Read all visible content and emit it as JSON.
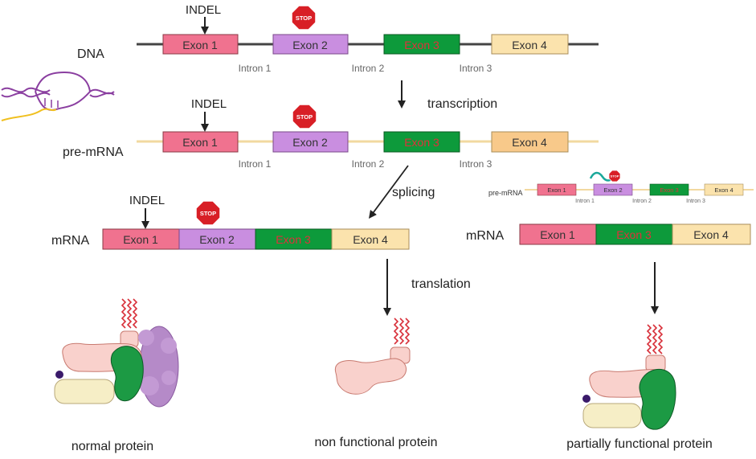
{
  "colors": {
    "exon1": "#f0728f",
    "exon2": "#c98ee0",
    "exon3": "#0d9a3b",
    "exon4": "#fbe3ad",
    "exon4_premrna": "#f8c98a",
    "exon3_text": "#e0303a",
    "stop": "#d81f26",
    "backbone_dna": "#444444",
    "backbone_rna": "#f2d9a0",
    "protein_pink": "#f9d1cc",
    "protein_green": "#1c9a44",
    "protein_cream": "#f6eec6",
    "protein_purple": "#b58ac8",
    "helix_purple": "#8a3ea0",
    "helix_yellow": "#f0c020",
    "sugar_red": "#d8303a",
    "teal_rna": "#1aa89a"
  },
  "labels": {
    "dna": "DNA",
    "pre_mrna": "pre-mRNA",
    "mrna": "mRNA",
    "mrna_right": "mRNA",
    "indel": "INDEL",
    "stop": "STOP",
    "transcription": "transcription",
    "splicing": "splicing",
    "translation": "translation",
    "pre_mrna_small": "pre-mRNA"
  },
  "exons": {
    "e1": "Exon 1",
    "e2": "Exon 2",
    "e3": "Exon 3",
    "e4": "Exon 4"
  },
  "introns": {
    "i1": "Intron 1",
    "i2": "Intron 2",
    "i3": "Intron 3"
  },
  "proteins": {
    "normal": "normal protein",
    "non_functional": "non functional protein",
    "partial": "partially functional protein"
  }
}
